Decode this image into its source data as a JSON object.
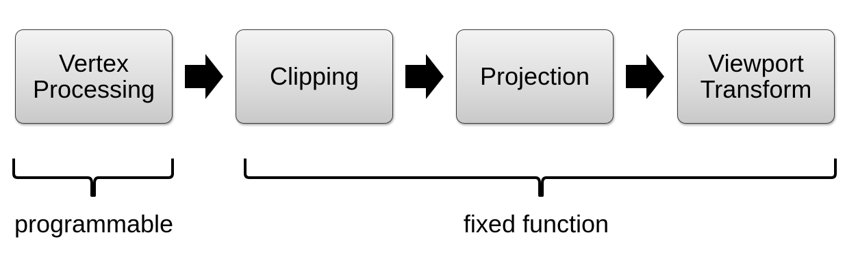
{
  "stages": [
    {
      "label": "Vertex\nProcessing"
    },
    {
      "label": "Clipping"
    },
    {
      "label": "Projection"
    },
    {
      "label": "Viewport\nTransform"
    }
  ],
  "groups": {
    "programmable": "programmable",
    "fixed_function": "fixed function"
  },
  "colors": {
    "box_border": "#3a3a3a",
    "box_fill_top": "#f3f3f3",
    "box_fill_bottom": "#c9c9c9",
    "arrow": "#000000",
    "brace": "#000000"
  }
}
